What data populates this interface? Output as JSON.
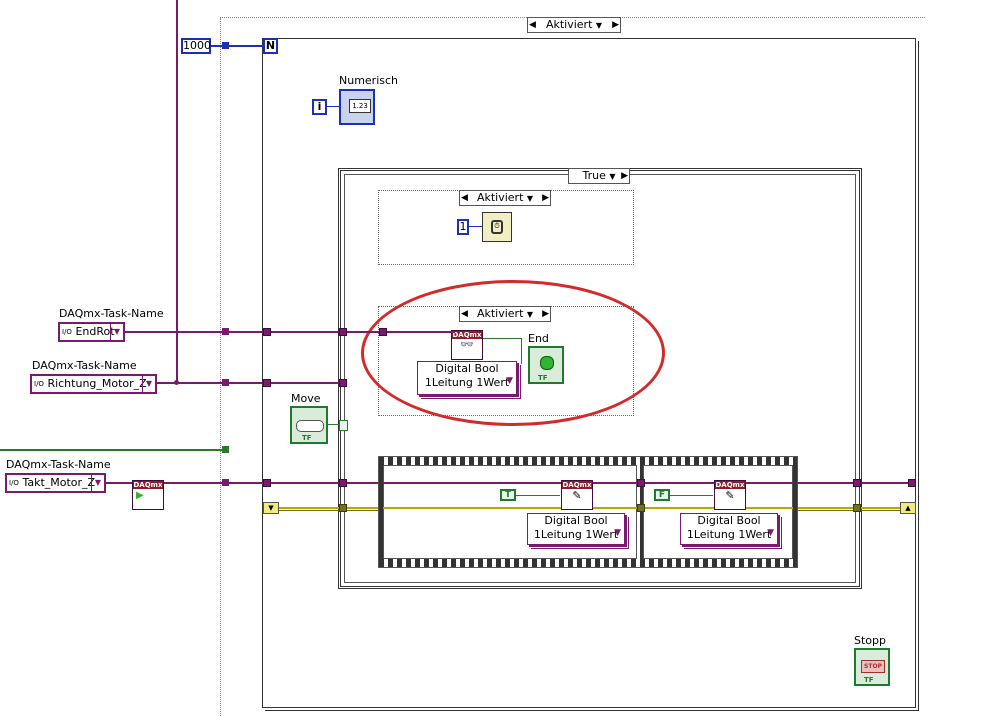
{
  "constants": {
    "loop_count": "1000",
    "count_terminal": "N",
    "iteration_terminal": "i",
    "wait_ms": "1"
  },
  "outer_case": {
    "selector": "Aktiviert"
  },
  "inner_case": {
    "selector": "True"
  },
  "wait_case": {
    "selector": "Aktiviert"
  },
  "endrot_case": {
    "selector": "Aktiviert"
  },
  "indicators": {
    "numeric_label": "Numerisch",
    "numeric_glyph": "1.23",
    "end_label": "End",
    "move_label": "Move",
    "stop_label": "Stopp",
    "stop_glyph": "STOP",
    "tf_glyph": "TF"
  },
  "tasks": [
    {
      "caption": "DAQmx-Task-Name",
      "name": "EndRot"
    },
    {
      "caption": "DAQmx-Task-Name",
      "name": "Richtung_Motor_Z"
    },
    {
      "caption": "DAQmx-Task-Name",
      "name": "Takt_Motor_Z"
    }
  ],
  "daqmx": {
    "header": "DAQmx",
    "read_mode_line1": "Digital Bool",
    "read_mode_line2": "1Leitung 1Wert",
    "write1_line1": "Digital Bool",
    "write1_line2": "1Leitung 1Wert",
    "write2_line1": "Digital Bool",
    "write2_line2": "1Leitung 1Wert"
  },
  "bool_constants": {
    "true_glyph": "T",
    "false_glyph": "F"
  },
  "colors": {
    "daqmx_wire": "#7a1a6e",
    "bool_wire": "#2a7a2a",
    "error_wire": "#b8a800",
    "annotation": "#d42a2a"
  }
}
